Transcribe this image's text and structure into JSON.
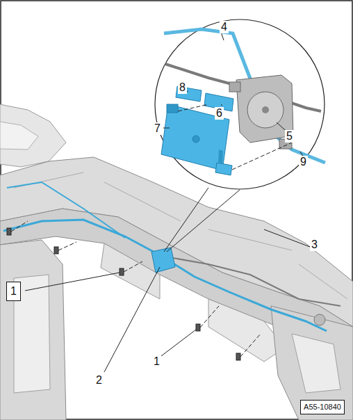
{
  "diagram": {
    "nodes": [
      {
        "text": [
          "1"
        ]
      },
      {
        "text": [
          "A55-10840"
        ]
      }
    ],
    "labels": [
      "4",
      "8",
      "6",
      "7",
      "5",
      "9",
      "3",
      "2",
      "1"
    ]
  }
}
